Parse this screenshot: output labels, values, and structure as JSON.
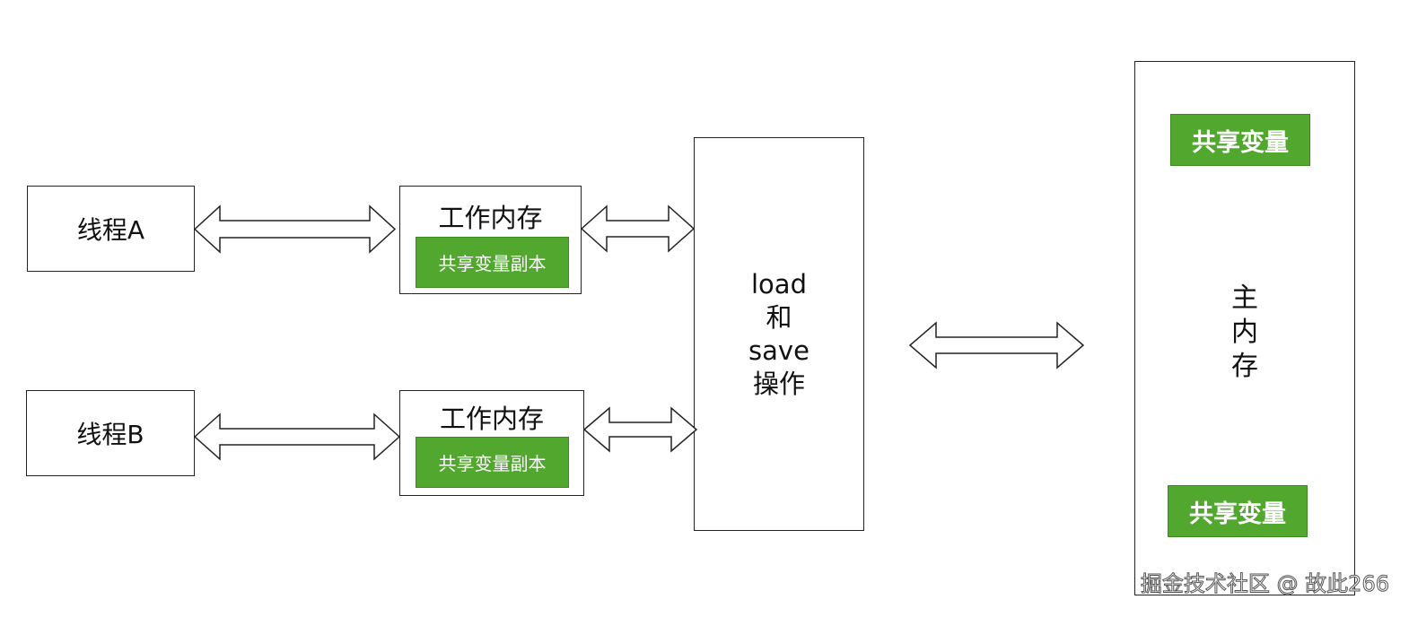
{
  "thread_a": {
    "label": "线程A"
  },
  "thread_b": {
    "label": "线程B"
  },
  "working_memory_a": {
    "title": "工作内存",
    "copy_label": "共享变量副本"
  },
  "working_memory_b": {
    "title": "工作内存",
    "copy_label": "共享变量副本"
  },
  "operation": {
    "lines": [
      "load",
      "和",
      "save",
      "操作"
    ]
  },
  "main_memory": {
    "lines": [
      "主",
      "内",
      "存"
    ],
    "var_top": "共享变量",
    "var_bottom": "共享变量"
  },
  "watermark": "掘金技术社区 @ 故此266",
  "colors": {
    "green_fill": "#52a72e",
    "box_border": "#222222",
    "arrow_stroke": "#222222"
  }
}
